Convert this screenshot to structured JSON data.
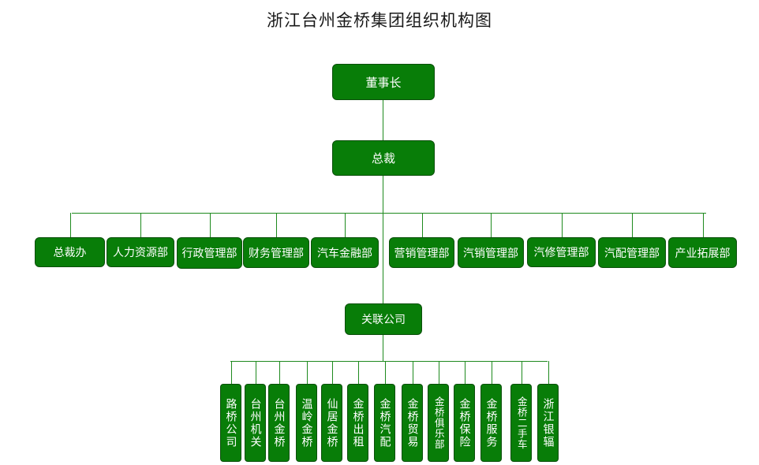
{
  "title": "浙江台州金桥集团组织机构图",
  "chairman": "董事长",
  "president": "总裁",
  "departments": [
    "总裁办",
    "人力资源部",
    "行政管理部",
    "财务管理部",
    "汽车金融部",
    "营销管理部",
    "汽销管理部",
    "汽修管理部",
    "汽配管理部",
    "产业拓展部"
  ],
  "affiliates_label": "关联公司",
  "affiliates": [
    "路桥公司",
    "台州机关",
    "台州金桥",
    "温岭金桥",
    "仙居金桥",
    "金桥出租",
    "金桥汽配",
    "金桥贸易",
    "金桥俱乐部",
    "金桥保险",
    "金桥服务",
    "金桥二手车",
    "浙江银辐"
  ],
  "colors": {
    "box_fill": "#087d08",
    "box_border": "#0b4f0b",
    "line": "#1e8a1e",
    "text": "#ffffff"
  }
}
